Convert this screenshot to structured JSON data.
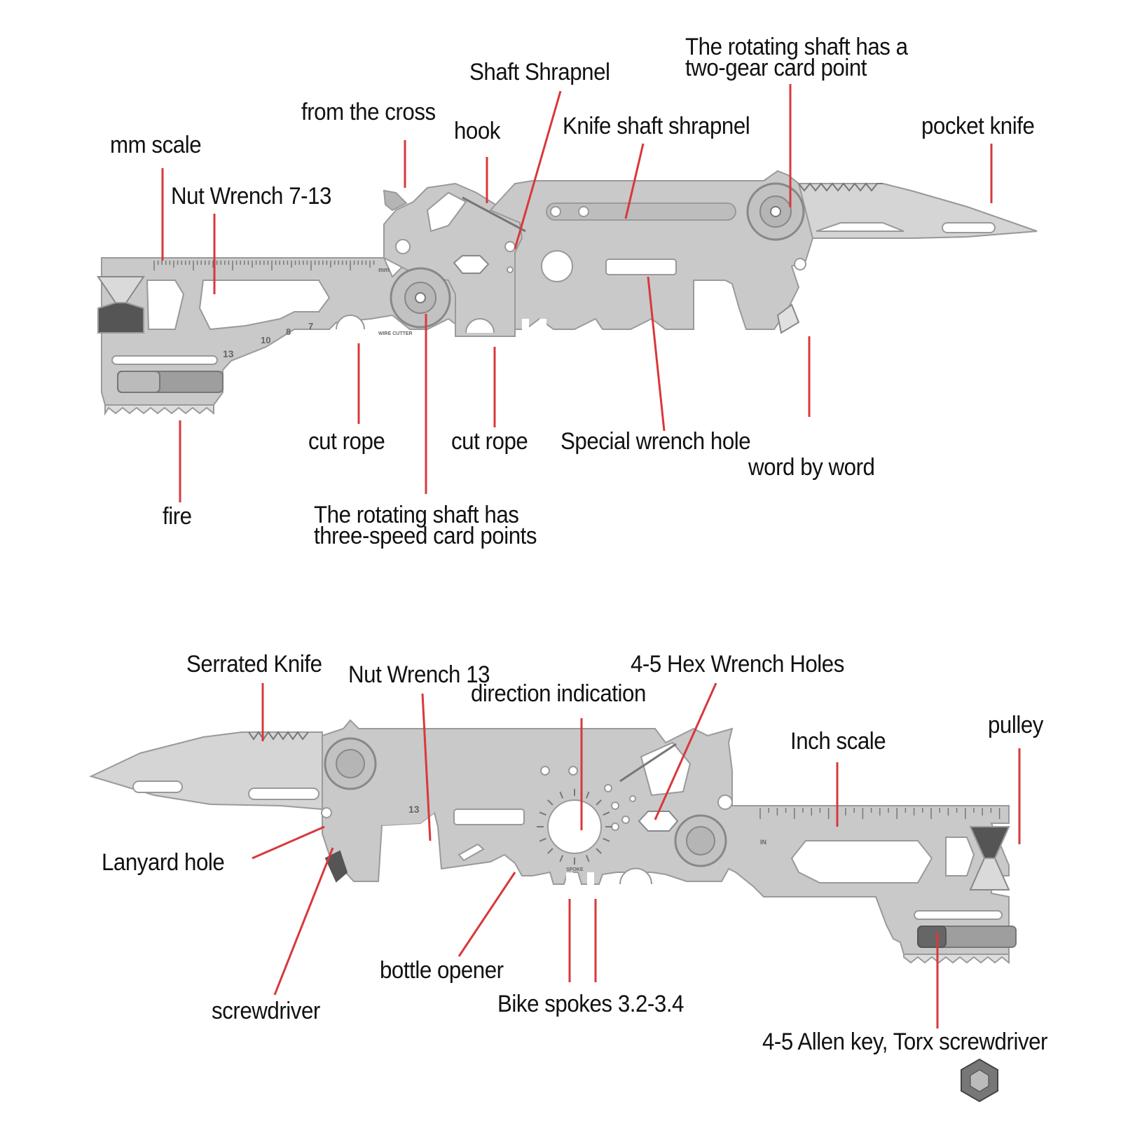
{
  "colors": {
    "leader": "#d9383a",
    "metal": "#c9c9c9",
    "metal_edge": "#9a9a9a",
    "metal_dark": "#555555",
    "text": "#111111"
  },
  "top_tool": {
    "labels": {
      "mm_scale": "mm scale",
      "nut_wrench": "Nut Wrench 7-13",
      "from_the_cross": "from the cross",
      "hook": "hook",
      "shaft_shrapnel": "Shaft Shrapnel",
      "knife_shaft_shrapnel": "Knife shaft shrapnel",
      "rotating_shaft_two_gear": [
        "The rotating shaft has a",
        "two-gear card point"
      ],
      "pocket_knife": "pocket knife",
      "cut_rope_1": "cut rope",
      "cut_rope_2": "cut rope",
      "special_wrench_hole": "Special wrench hole",
      "word_by_word": "word by word",
      "fire": "fire",
      "rotating_shaft_three_speed": [
        "The rotating shaft has",
        "three-speed card points"
      ]
    },
    "engravings": {
      "mm": "mm",
      "n13": "13",
      "n10": "10",
      "n8": "8",
      "n7": "7",
      "wire_cutter": "WIRE CUTTER"
    }
  },
  "bottom_tool": {
    "labels": {
      "serrated_knife": "Serrated Knife",
      "nut_wrench_13": "Nut Wrench 13",
      "direction_indication": "direction indication",
      "hex_wrench_holes": "4-5 Hex Wrench Holes",
      "inch_scale": "Inch scale",
      "pulley": "pulley",
      "lanyard_hole": "Lanyard hole",
      "screwdriver": "screwdriver",
      "bottle_opener": "bottle opener",
      "bike_spokes": "Bike spokes 3.2-3.4",
      "allen_torx": "4-5 Allen key, Torx screwdriver"
    },
    "engravings": {
      "n13": "13",
      "in": "IN",
      "spoke": "SPOKE"
    }
  }
}
